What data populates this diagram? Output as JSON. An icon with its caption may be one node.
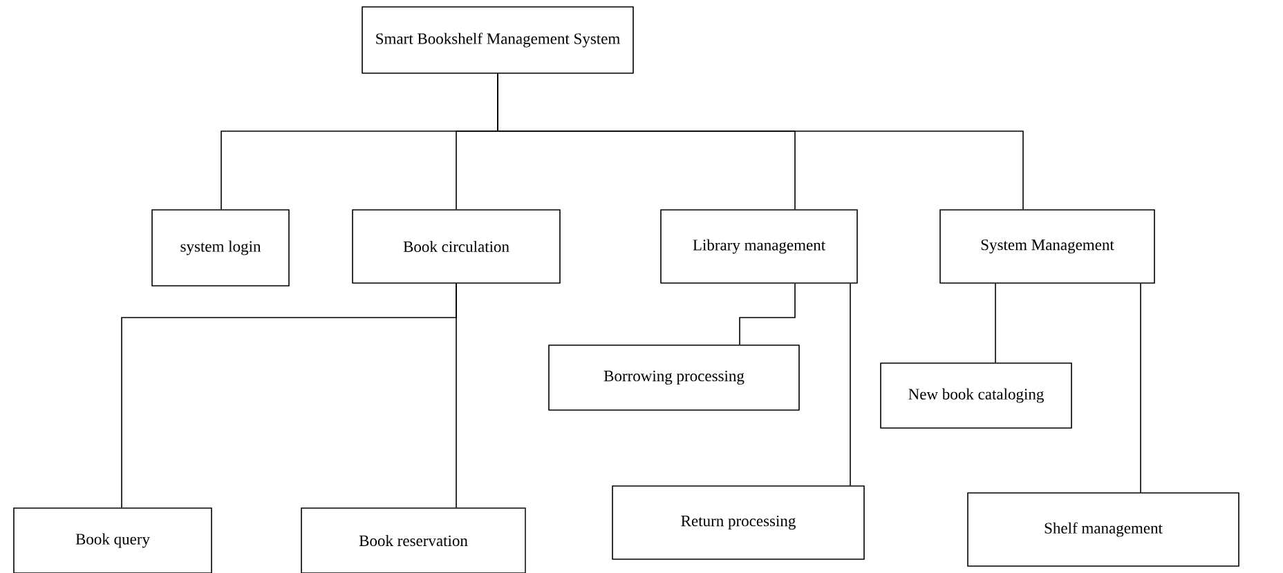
{
  "diagram": {
    "nodes": [
      {
        "text": [
          "Smart Bookshelf Management System"
        ]
      },
      {
        "text": [
          "system login"
        ]
      },
      {
        "text": [
          "Book circulation"
        ]
      },
      {
        "text": [
          "Library management"
        ]
      },
      {
        "text": [
          "System Management"
        ]
      },
      {
        "text": [
          "Borrowing processing"
        ]
      },
      {
        "text": [
          "Book query"
        ]
      },
      {
        "text": [
          "Book reservation"
        ]
      },
      {
        "text": [
          "Return processing"
        ]
      },
      {
        "text": [
          "New book cataloging"
        ]
      },
      {
        "text": [
          "Shelf management"
        ]
      }
    ],
    "edges": [
      {
        "from": 0,
        "to": 1,
        "arrow": "none"
      },
      {
        "from": 0,
        "to": 2,
        "arrow": "none"
      },
      {
        "from": 0,
        "to": 3,
        "arrow": "none"
      },
      {
        "from": 0,
        "to": 4,
        "arrow": "none"
      },
      {
        "from": 2,
        "to": 6,
        "arrow": "none"
      },
      {
        "from": 2,
        "to": 7,
        "arrow": "none"
      },
      {
        "from": 3,
        "to": 5,
        "arrow": "none"
      },
      {
        "from": 3,
        "to": 8,
        "arrow": "none"
      },
      {
        "from": 4,
        "to": 9,
        "arrow": "none"
      },
      {
        "from": 4,
        "to": 10,
        "arrow": "none"
      }
    ]
  }
}
